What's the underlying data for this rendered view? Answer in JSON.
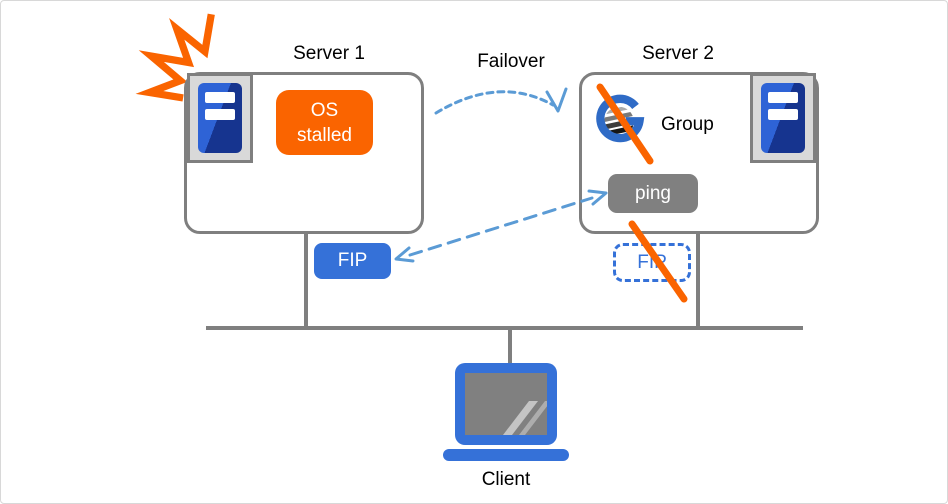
{
  "colors": {
    "orange": "#FA6400",
    "blue": "#3571D8",
    "dash-blue": "#5B9BD5",
    "line-gray": "#7F7F7F",
    "icon-bg": "#D9D9D9",
    "ping-gray": "#808080",
    "g-blue": "#2F6BC6",
    "screen-gray": "#808080"
  },
  "nodes": {
    "server1": {
      "title": "Server 1",
      "status": "OS stalled",
      "fip": "FIP"
    },
    "server2": {
      "title": "Server 2",
      "group": "Group",
      "ping": "ping",
      "fip": "FIP"
    },
    "client": {
      "title": "Client"
    }
  },
  "annotations": {
    "failover": "Failover"
  }
}
